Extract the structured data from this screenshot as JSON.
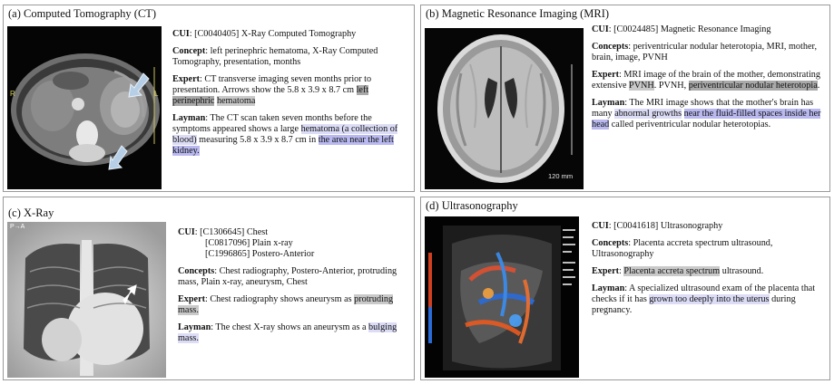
{
  "panels": {
    "ct": {
      "title": "(a) Computed Tomography (CT)",
      "cui_label": "CUI",
      "cui": ": [C0040405] X-Ray Computed Tomography",
      "concept_label": "Concept",
      "concept": ": left perinephric hematoma, X-Ray Computed Tomography, presentation, months",
      "expert_label": "Expert",
      "expert_pre": ": CT transverse imaging seven months prior to presentation. Arrows show the 5.8 x 3.9 x 8.7 cm ",
      "expert_hl1": "left perinephric",
      "expert_sp": " ",
      "expert_hl2": "hematoma",
      "layman_label": "Layman",
      "layman_pre": ": The CT scan taken seven months before the symptoms appeared shows a large ",
      "layman_hl1": "hematoma (a collection of blood)",
      "layman_mid": " measuring 5.8 x 3.9 x 8.7 cm in ",
      "layman_hl2": "the area near the left kidney.",
      "img_mark_r": "R",
      "img_mark_l": "L"
    },
    "mri": {
      "title": "(b) Magnetic Resonance Imaging (MRI)",
      "cui_label": "CUI",
      "cui": ": [C0024485] Magnetic Resonance Imaging",
      "concept_label": "Concepts",
      "concept": ": periventricular nodular heterotopia, MRI, mother, brain, image, PVNH",
      "expert_label": "Expert",
      "expert_pre": ": MRI image of the brain of the mother, demonstrating extensive ",
      "expert_hl1": "PVNH",
      "expert_mid": ". PVNH, ",
      "expert_hl2": "periventricular nodular heterotopia",
      "expert_post": ".",
      "layman_label": "Layman",
      "layman_pre": ": The MRI image shows that the mother's brain has many ",
      "layman_hl1": "abnormal growths",
      "layman_sp": " ",
      "layman_hl2": "near the fluid-filled spaces inside her head",
      "layman_post": " called periventricular nodular heterotopias.",
      "scale": "120 mm"
    },
    "xray": {
      "title": "(c) X-Ray",
      "cui_label": "CUI",
      "cui1": ": [C1306645] Chest",
      "cui2": "[C0817096] Plain x-ray",
      "cui3": "[C1996865] Postero-Anterior",
      "concept_label": "Concepts",
      "concept": ": Chest radiography, Postero-Anterior, protruding mass, Plain x-ray, aneurysm, Chest",
      "expert_label": "Expert",
      "expert_pre": ": Chest radiography shows aneurysm as ",
      "expert_hl1": "protruding mass.",
      "layman_label": "Layman",
      "layman_pre": ": The chest X-ray shows an aneurysm as a ",
      "layman_hl1": "bulging mass.",
      "img_mark": "P→A"
    },
    "us": {
      "title": "(d) Ultrasonography",
      "cui_label": "CUI",
      "cui": ": [C0041618] Ultrasonography",
      "concept_label": "Concepts",
      "concept": ": Placenta accreta spectrum ultrasound, Ultrasonography",
      "expert_label": "Expert",
      "expert_pre": ": ",
      "expert_hl1": "Placenta accreta spectrum",
      "expert_post": " ultrasound.",
      "layman_label": "Layman",
      "layman_pre": ": A specialized ultrasound exam of the placenta that checks if it has ",
      "layman_hl1": "grown too deeply into the uterus",
      "layman_post": " during pregnancy."
    }
  }
}
